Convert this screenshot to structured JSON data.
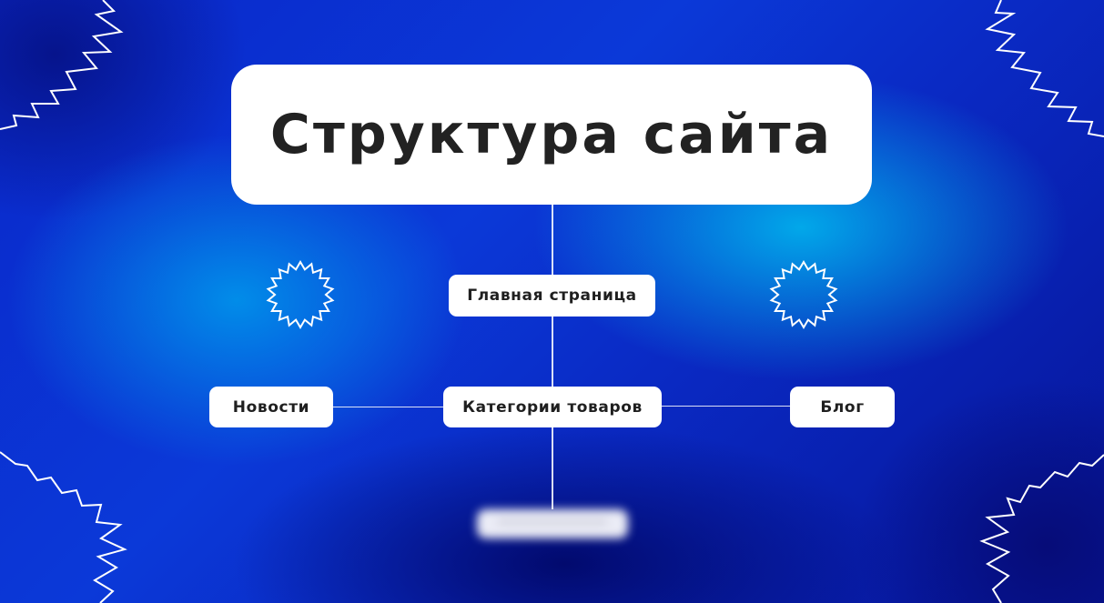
{
  "title": "Структура сайта",
  "nodes": {
    "home": "Главная страница",
    "categories": "Категории товаров",
    "news": "Новости",
    "blog": "Блог"
  },
  "colors": {
    "background_primary": "#0b39d8",
    "background_dark": "#061497",
    "accent_glow": "#00bef0",
    "node_fill": "#ffffff",
    "node_text": "#1f1f1f"
  }
}
